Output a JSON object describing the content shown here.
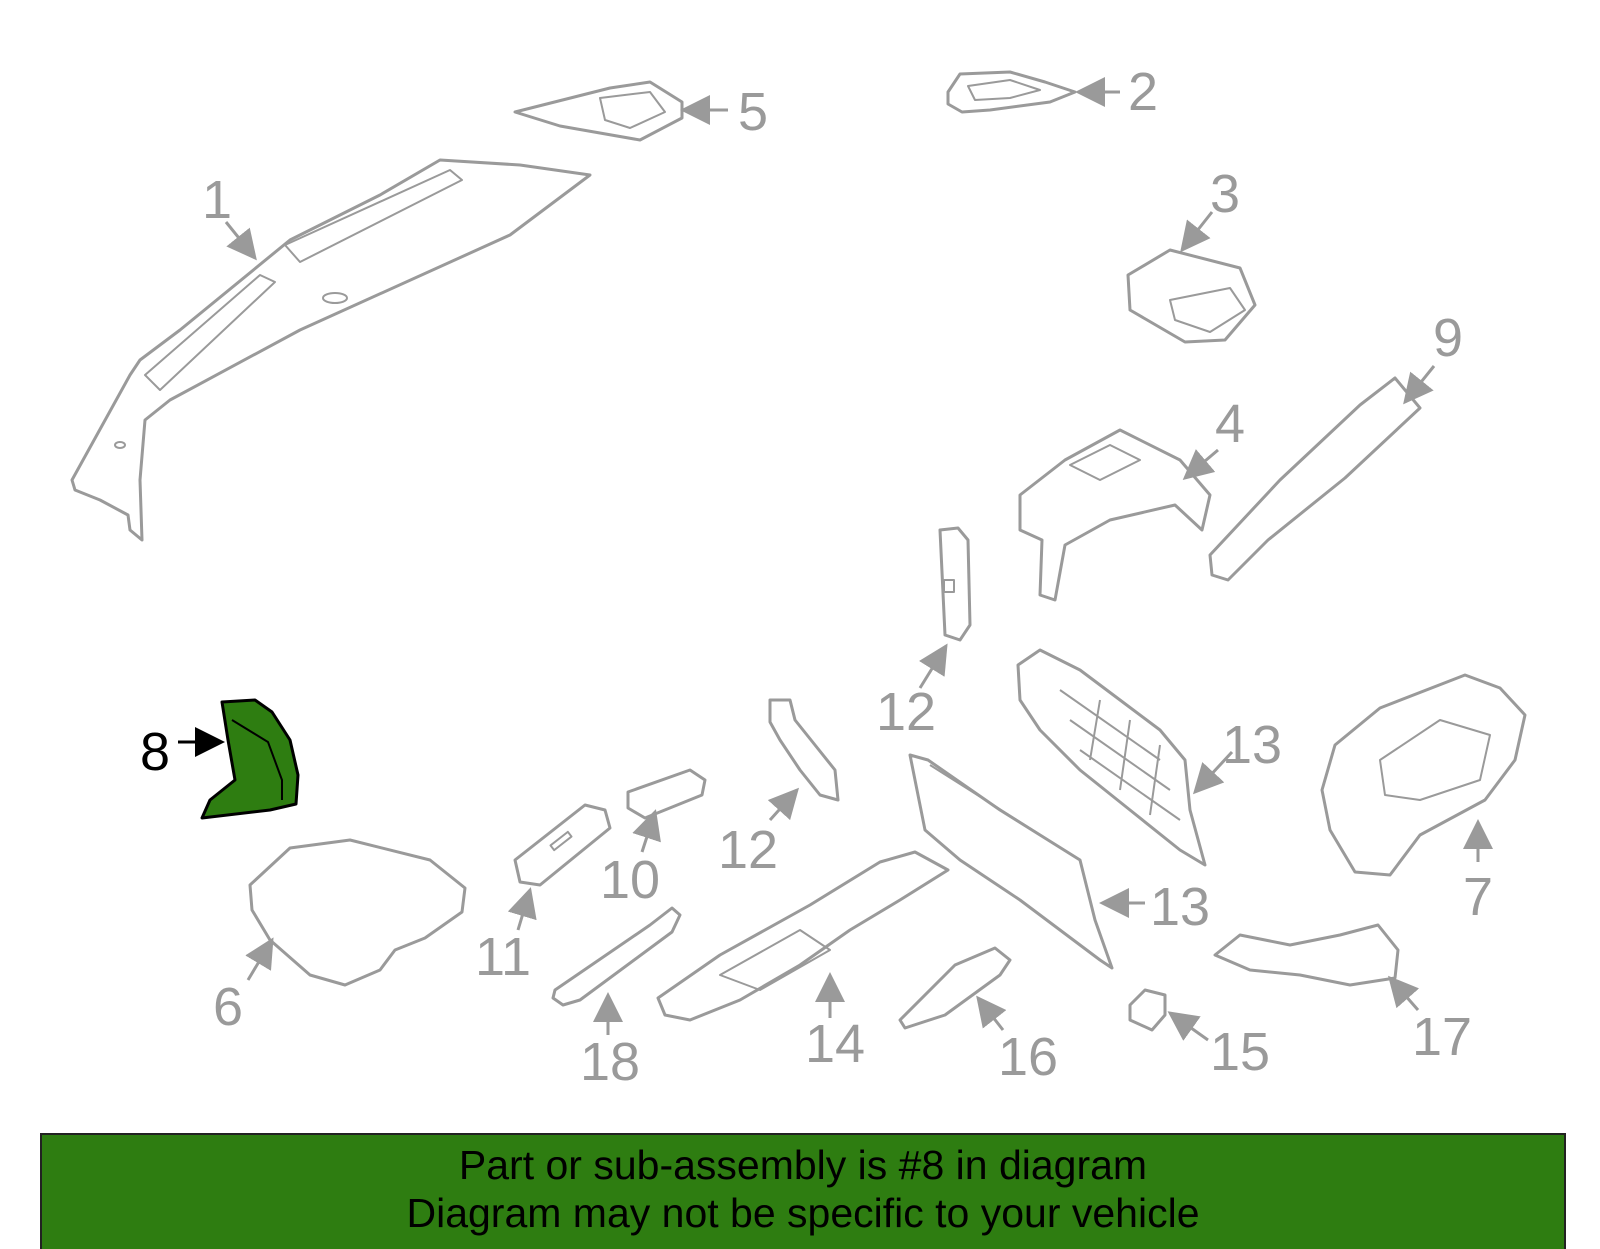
{
  "diagram": {
    "highlight_color": "#2e7d11",
    "line_color": "#9a9a9a",
    "callouts": {
      "c1": "1",
      "c2": "2",
      "c3": "3",
      "c4": "4",
      "c5": "5",
      "c6": "6",
      "c7": "7",
      "c8": "8",
      "c9": "9",
      "c10": "10",
      "c11": "11",
      "c12a": "12",
      "c12b": "12",
      "c13a": "13",
      "c13b": "13",
      "c14": "14",
      "c15": "15",
      "c16": "16",
      "c17": "17",
      "c18": "18"
    },
    "highlighted_part": "8"
  },
  "banner": {
    "line1": "Part or sub-assembly is #8 in diagram",
    "line2": "Diagram may not be specific to your vehicle",
    "background": "#2e7d11"
  }
}
